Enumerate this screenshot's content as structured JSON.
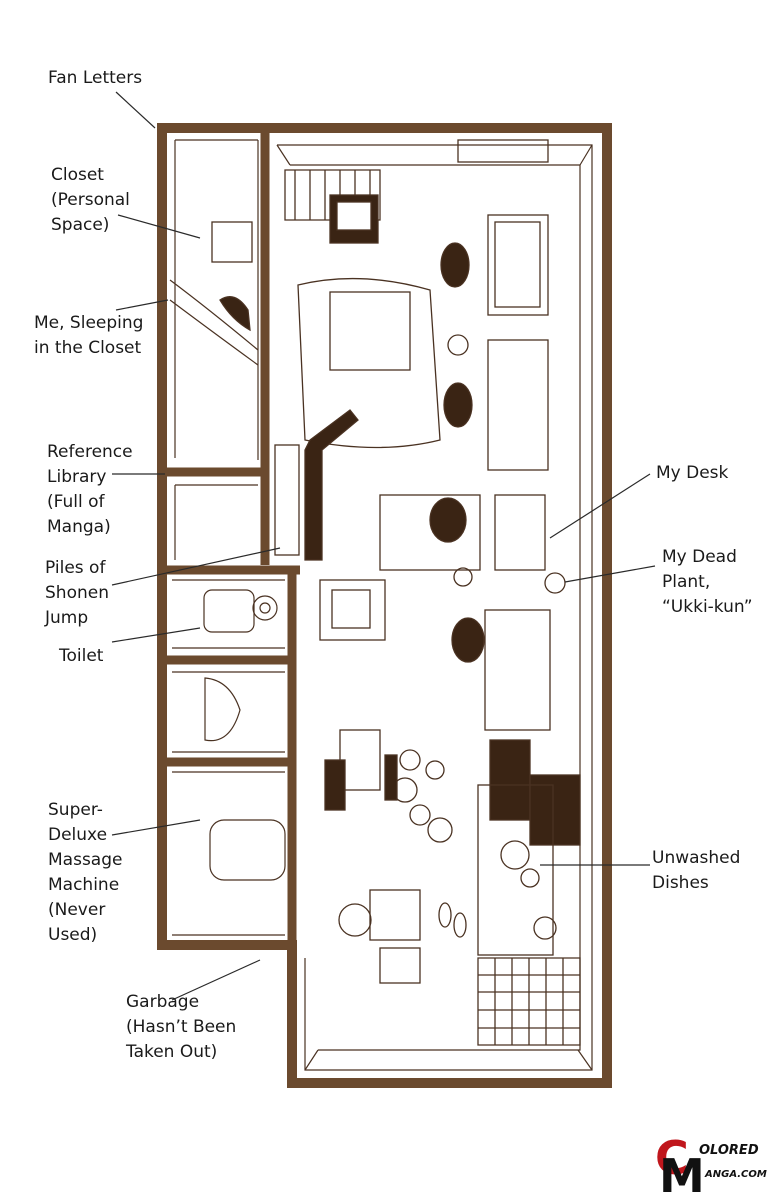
{
  "colors": {
    "wall": "#6b4a2e",
    "ink": "#4a3222",
    "text": "#1a1a1a",
    "logo_red": "#c0161c"
  },
  "labels": {
    "fan_letters": "Fan Letters",
    "closet": "Closet\n(Personal\nSpace)",
    "sleeping": "Me, Sleeping\nin the Closet",
    "reference_library": "Reference\nLibrary\n(Full of\nManga)",
    "piles_of_jump": "Piles of\nShonen\nJump",
    "toilet": "Toilet",
    "massage": "Super-\nDeluxe\nMassage\nMachine\n(Never\nUsed)",
    "garbage": "Garbage\n(Hasn’t Been\nTaken Out)",
    "my_desk": "My Desk",
    "dead_plant": "My Dead\nPlant,\n“Ukki-kun”",
    "unwashed_dishes": "Unwashed\nDishes"
  },
  "logo": {
    "letters": "CM",
    "line1": "OLORED",
    "line2": "ANGA.COM",
    "icon": "colored-manga-logo"
  }
}
